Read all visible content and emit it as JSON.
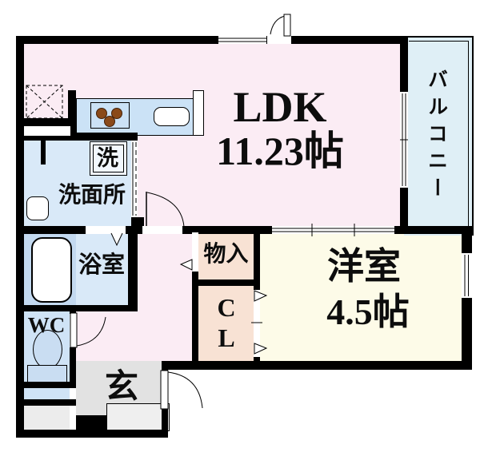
{
  "floorplan": {
    "rooms": {
      "ldk": {
        "name": "LDK",
        "size": "11.23帖"
      },
      "western_room": {
        "name": "洋室",
        "size": "4.5帖"
      },
      "balcony": {
        "label": "バルコニー"
      },
      "washroom": {
        "label": "洗面所"
      },
      "washing_machine": {
        "label": "洗"
      },
      "bathroom": {
        "label": "浴室"
      },
      "wc": {
        "label": "WC"
      },
      "entrance": {
        "label": "玄"
      },
      "storage": {
        "label": "物入"
      },
      "closet": {
        "label": "CL"
      }
    },
    "fixtures": [
      "refrigerator-space",
      "kitchen-stove",
      "kitchen-sink",
      "washing-machine-space",
      "washbasin",
      "bathtub",
      "toilet",
      "entrance-step"
    ],
    "colors": {
      "wall": "#000000",
      "ldk": "#fbecf4",
      "wet_area": "#d9e9f8",
      "bathtub_zone": "#c3d9f0",
      "wc": "#cfe3f6",
      "kitchen_counter": "#cbe2f6",
      "storage": "#f8e2d4",
      "western_room": "#fdfbe8",
      "balcony": "#dfeff6",
      "entrance": "#e2e2e2",
      "entrance_step": "#efefef",
      "stove_burner": "#8a4a1a"
    }
  }
}
